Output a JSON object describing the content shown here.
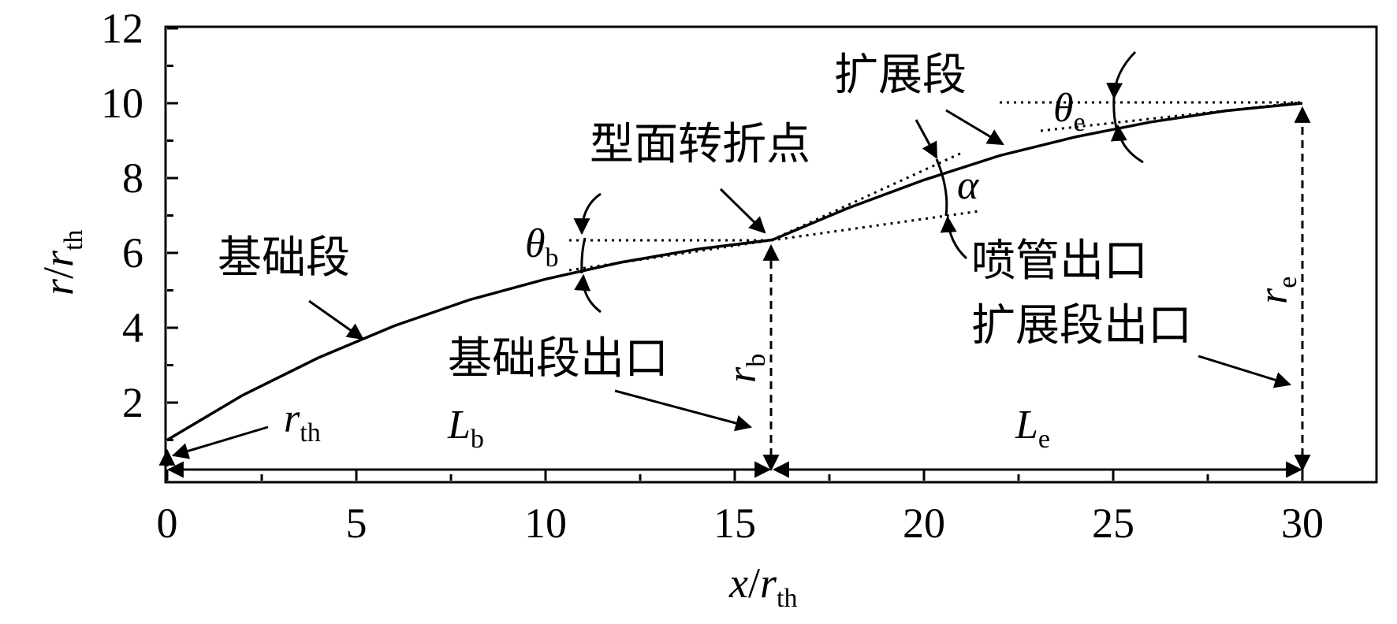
{
  "chart_data": {
    "type": "line",
    "xlabel_main": "x",
    "xlabel_div": "/",
    "xlabel_r": "r",
    "xlabel_sub": "th",
    "ylabel_main": "r",
    "ylabel_div": "/",
    "ylabel_r": "r",
    "ylabel_sub": "th",
    "xlim": [
      0,
      32
    ],
    "ylim": [
      0,
      12
    ],
    "xticks": [
      0,
      5,
      10,
      15,
      20,
      25,
      30
    ],
    "yticks": [
      2,
      4,
      6,
      8,
      10,
      12
    ],
    "xtick_labels": [
      "0",
      "5",
      "10",
      "15",
      "20",
      "25",
      "30"
    ],
    "ytick_labels": [
      "2",
      "4",
      "6",
      "8",
      "10",
      "12"
    ],
    "series": [
      {
        "x": [
          0,
          2,
          4,
          6,
          8,
          10,
          12,
          14,
          16,
          18,
          20,
          22,
          24,
          26,
          28,
          30
        ],
        "y": [
          1.0,
          2.2,
          3.2,
          4.05,
          4.75,
          5.3,
          5.75,
          6.1,
          6.35,
          7.2,
          7.95,
          8.6,
          9.1,
          9.5,
          9.8,
          10.0
        ]
      }
    ],
    "points": {
      "inflection": {
        "x": 16,
        "y": 6.35
      },
      "exit": {
        "x": 30,
        "y": 10.0
      }
    },
    "labels": {
      "base_section": "基础段",
      "base_exit": "基础段出口",
      "inflection_point": "型面转折点",
      "expansion_section": "扩展段",
      "nozzle_exit": "喷管出口",
      "expansion_exit": "扩展段出口",
      "r_th_main": "r",
      "r_th_sub": "th",
      "L_b_main": "L",
      "L_b_sub": "b",
      "L_e_main": "L",
      "L_e_sub": "e",
      "r_b_main": "r",
      "r_b_sub": "b",
      "r_e_main": "r",
      "r_e_sub": "e",
      "theta_b_main": "θ",
      "theta_b_sub": "b",
      "theta_e_main": "θ",
      "theta_e_sub": "e",
      "alpha": "α"
    }
  }
}
